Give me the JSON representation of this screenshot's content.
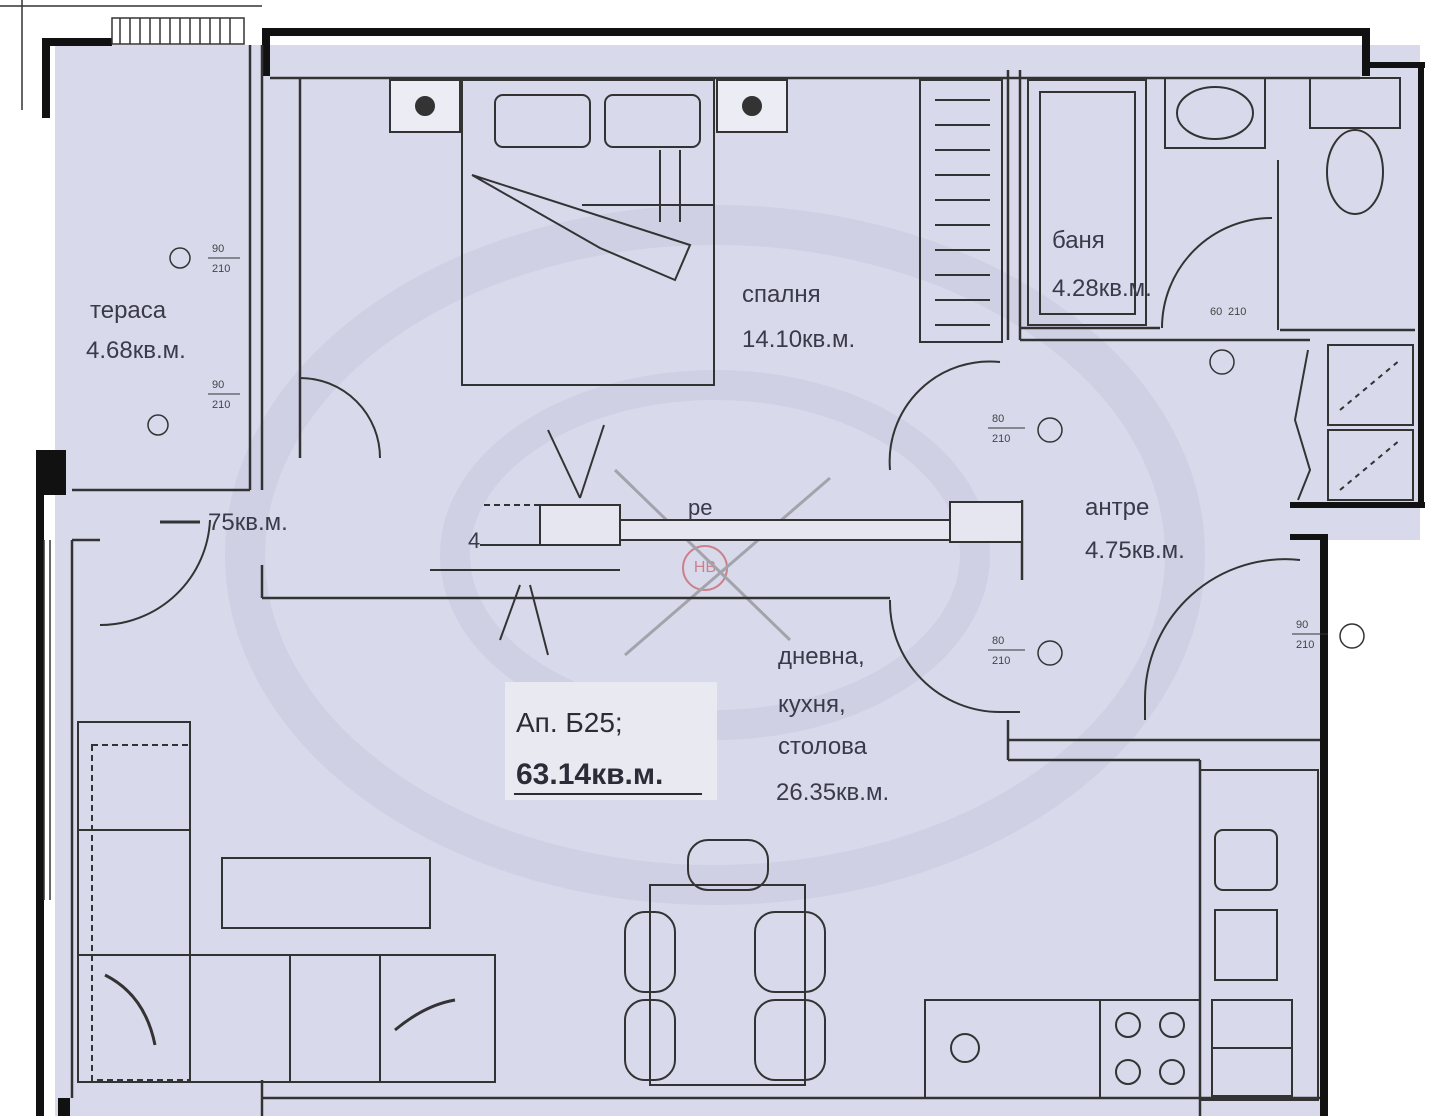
{
  "apartment": {
    "name": "Ап. Б25;",
    "total_area": "63.14кв.м."
  },
  "rooms": {
    "terrace": {
      "name": "тераса",
      "area": "4.68кв.м."
    },
    "small_room": {
      "area": "75кв.м."
    },
    "bedroom": {
      "name": "спалня",
      "area": "14.10кв.м."
    },
    "bathroom": {
      "name": "баня",
      "area": "4.28кв.м."
    },
    "hallway": {
      "name": "антре",
      "area": "4.75кв.м."
    },
    "living": {
      "line1": "дневна,",
      "line2": "кухня,",
      "line3": "столова",
      "area": "26.35кв.м."
    }
  },
  "fragments": {
    "corridor_partial": "ре",
    "stair_number": "4"
  },
  "door_dims": {
    "terrace_door_a_top": "90",
    "terrace_door_a_bottom": "210",
    "terrace_door_b_top": "90",
    "terrace_door_b_bottom": "210",
    "bath_door_top": "60",
    "bath_door_bottom": "210",
    "hall_door_top": "80",
    "hall_door_bottom": "210",
    "living_door_top": "80",
    "living_door_bottom": "210",
    "entry_door_top": "90",
    "entry_door_bottom": "210"
  },
  "colors": {
    "floor": "#d9d9ec",
    "wall": "#111111",
    "line": "#333333",
    "label_box": "#e9e9f2",
    "watermark": "#c23a3a"
  },
  "watermark": {
    "text": "НВ"
  }
}
